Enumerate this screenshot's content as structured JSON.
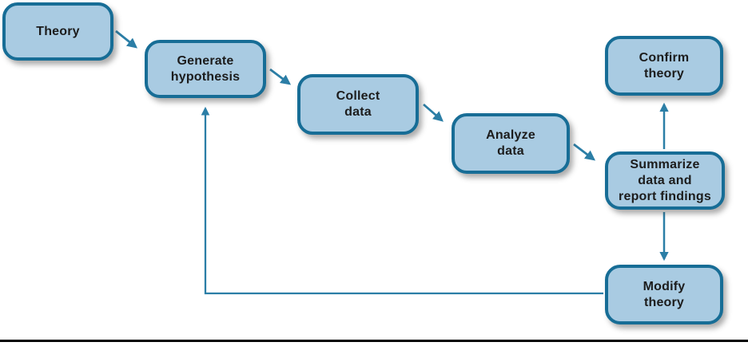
{
  "diagram": {
    "type": "flowchart",
    "subject": "Scientific method cycle",
    "nodes": [
      {
        "id": "theory",
        "label": "Theory"
      },
      {
        "id": "generate-hypothesis",
        "label": "Generate\nhypothesis"
      },
      {
        "id": "collect-data",
        "label": "Collect\ndata"
      },
      {
        "id": "analyze-data",
        "label": "Analyze\ndata"
      },
      {
        "id": "summarize",
        "label": "Summarize\ndata and\nreport findings"
      },
      {
        "id": "confirm-theory",
        "label": "Confirm\ntheory"
      },
      {
        "id": "modify-theory",
        "label": "Modify\ntheory"
      }
    ],
    "edges": [
      {
        "from": "Theory",
        "to": "Generate hypothesis"
      },
      {
        "from": "Generate hypothesis",
        "to": "Collect data"
      },
      {
        "from": "Collect data",
        "to": "Analyze data"
      },
      {
        "from": "Analyze data",
        "to": "Summarize data and report findings"
      },
      {
        "from": "Summarize data and report findings",
        "to": "Confirm theory"
      },
      {
        "from": "Summarize data and report findings",
        "to": "Modify theory"
      },
      {
        "from": "Modify theory",
        "to": "Generate hypothesis"
      }
    ],
    "colors": {
      "node_fill": "#a9cbe2",
      "node_border": "#176d96",
      "arrow": "#2b7ea6",
      "text": "#1c1c1c",
      "bottom_rule": "#000000"
    }
  }
}
